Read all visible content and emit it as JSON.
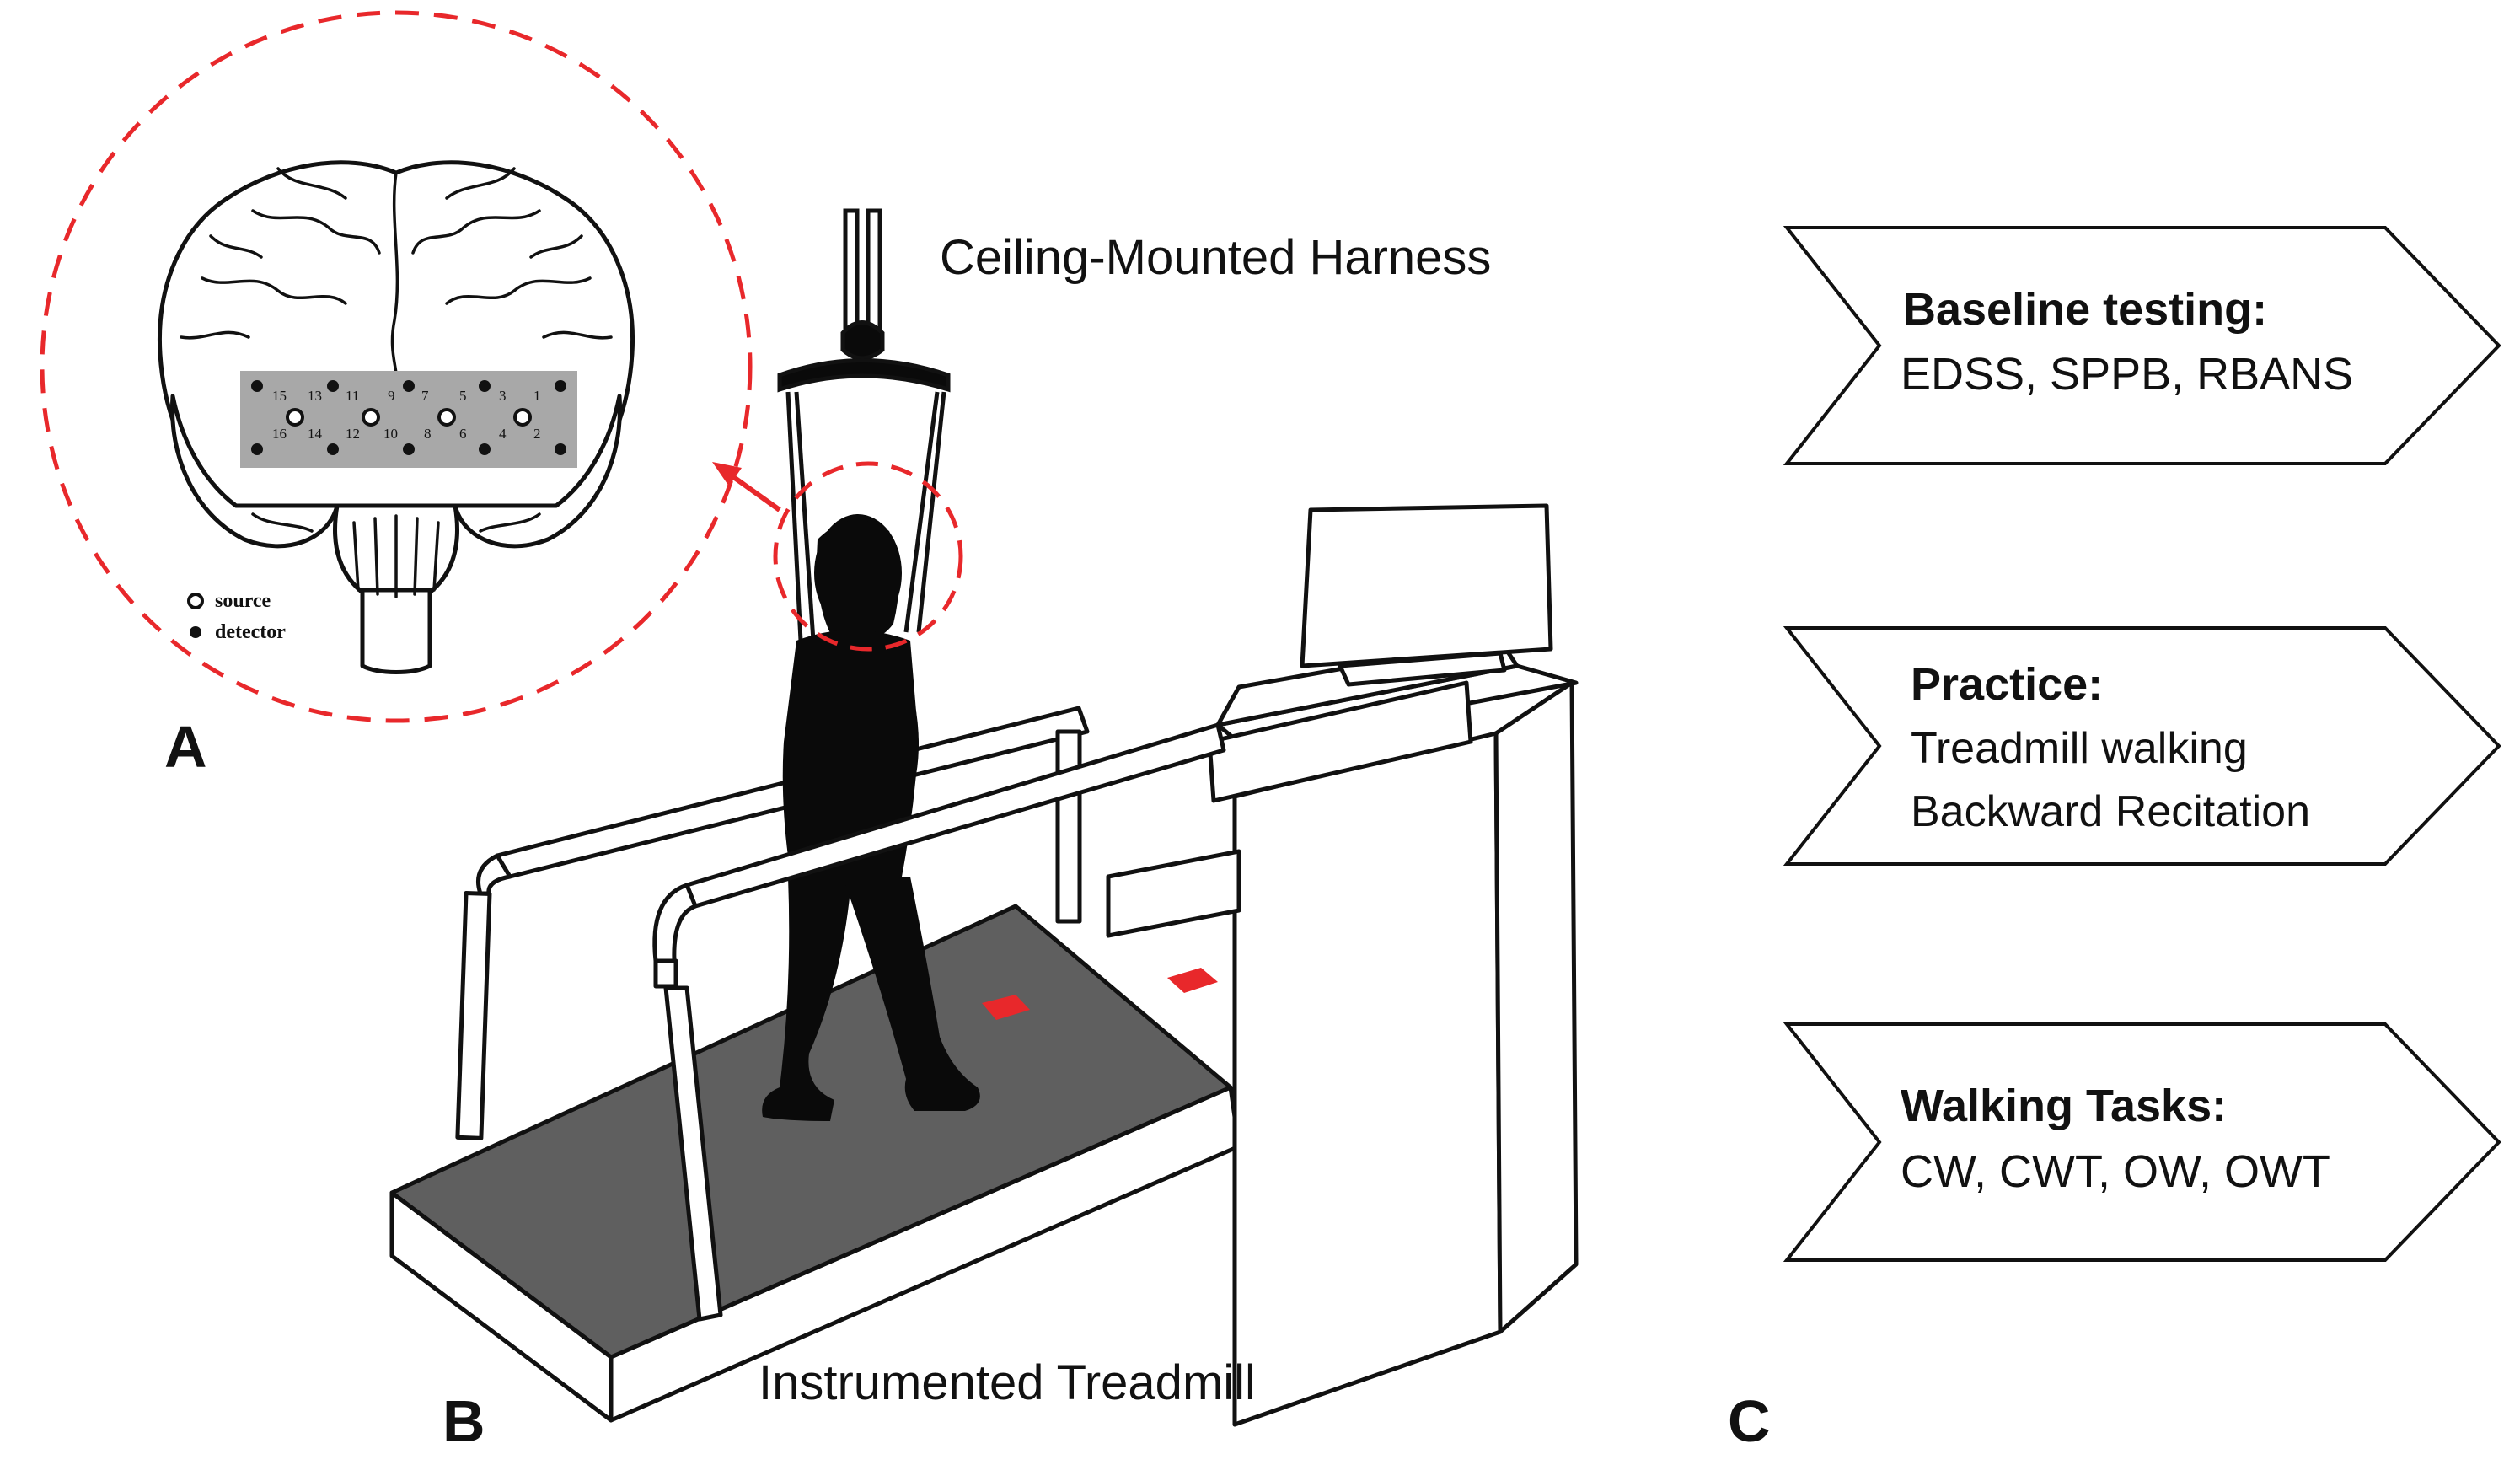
{
  "panel_labels": {
    "a": "A",
    "b": "B",
    "c": "C"
  },
  "labels": {
    "harness": "Ceiling-Mounted Harness",
    "treadmill": "Instrumented Treadmill"
  },
  "probe_legend": {
    "source": "source",
    "detector": "detector"
  },
  "channel_numbers": {
    "top": [
      "15",
      "13",
      "11",
      "9",
      "7",
      "5",
      "3",
      "1"
    ],
    "bottom": [
      "16",
      "14",
      "12",
      "10",
      "8",
      "6",
      "4",
      "2"
    ]
  },
  "steps": [
    {
      "title": "Baseline testing:",
      "lines": [
        "EDSS, SPPB, RBANS"
      ]
    },
    {
      "title": "Practice:",
      "lines": [
        "Treadmill walking",
        "Backward Recitation"
      ]
    },
    {
      "title": "Walking Tasks:",
      "lines": [
        "CW, CWT, OW, OWT"
      ]
    }
  ],
  "colors": {
    "highlight": "#e8282b",
    "belt": "#5f5f5f",
    "probe": "#a8a8a8",
    "silhouette": "#0a0a0a",
    "outline": "#111111"
  }
}
